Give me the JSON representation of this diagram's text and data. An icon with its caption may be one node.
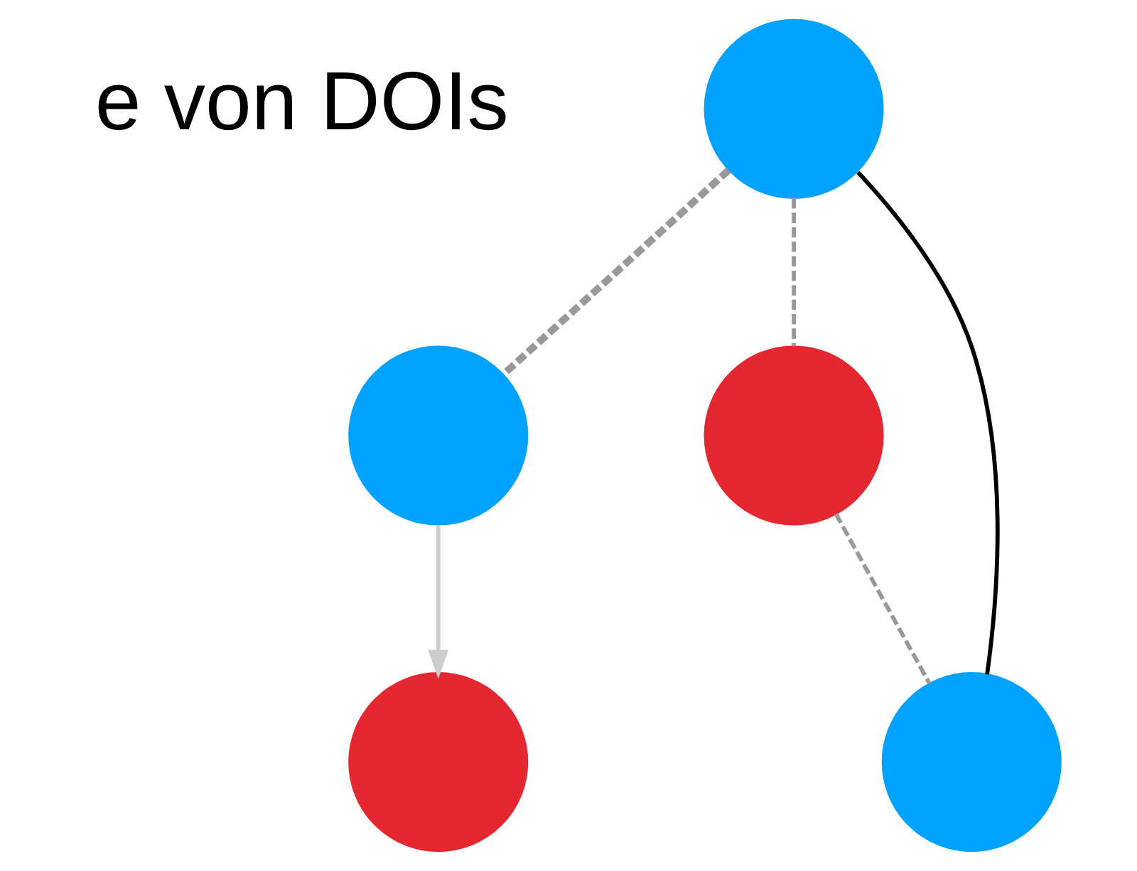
{
  "diagram": {
    "nodes": [
      {
        "text": [],
        "shape": "circle"
      },
      {
        "text": [],
        "shape": "circle"
      },
      {
        "text": [],
        "shape": "circle"
      },
      {
        "text": [],
        "shape": "circle"
      },
      {
        "text": [],
        "shape": "circle"
      }
    ],
    "edges": [
      {
        "from": 0,
        "to": 1,
        "arrow": "none",
        "style": "dashed",
        "color": "#999999"
      },
      {
        "from": 0,
        "to": 3,
        "arrow": "none",
        "color": "#000000"
      },
      {
        "from": 0,
        "to": 2,
        "arrow": "none",
        "style": "dashed",
        "color": "#999999"
      },
      {
        "from": 2,
        "to": 3,
        "arrow": "none",
        "style": "dashed",
        "color": "#999999"
      },
      {
        "from": 1,
        "to": 4,
        "arrow": "to",
        "color": "#cccccc"
      }
    ],
    "labels": [
      "e von DOIs"
    ]
  }
}
